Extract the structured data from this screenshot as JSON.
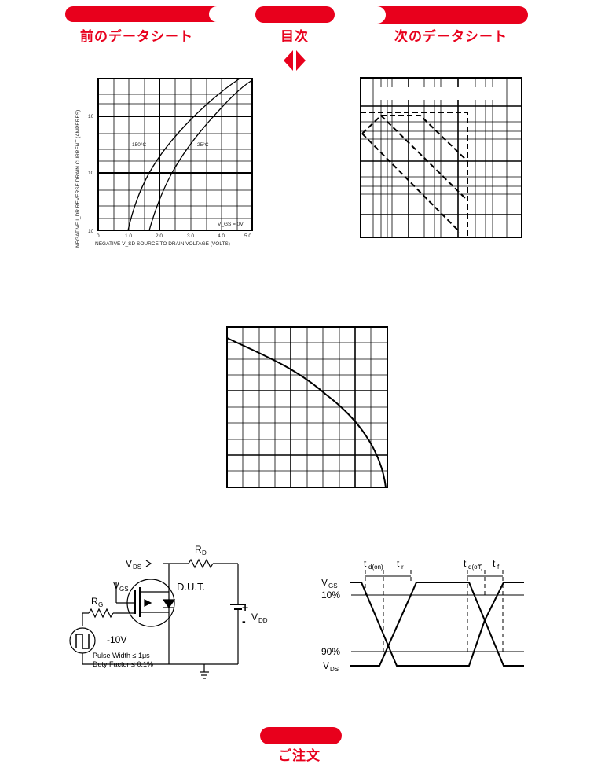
{
  "nav": {
    "prev_label": "前のデータシート",
    "toc_label": "目次",
    "next_label": "次のデータシート",
    "order_label": "ご注文"
  },
  "colors": {
    "accent": "#e8001c"
  },
  "fig1": {
    "ylabel": "NEGATIVE I_DR REVERSE DRAIN CURRENT (AMPERES)",
    "xlabel": "NEGATIVE V_SD SOURCE TO DRAIN VOLTAGE (VOLTS)",
    "yticks": [
      "10",
      "10",
      "10"
    ],
    "xticks": [
      "0",
      "1.0",
      "2.0",
      "3.0",
      "4.0",
      "5.0"
    ],
    "curve1_label": "150°C",
    "curve2_label": "25°C",
    "note": "V_GS = 0V"
  },
  "circuit": {
    "rd": "R",
    "rd_sub": "D",
    "vds": "V",
    "vds_sub": "DS",
    "vgs": "V",
    "vgs_sub": "GS",
    "rg": "R",
    "rg_sub": "G",
    "dut": "D.U.T.",
    "vdd": "V",
    "vdd_sub": "DD",
    "plus": "+",
    "minus": "-",
    "pulse_v": "-10V",
    "pulse_width": "Pulse Width ≤ 1μs",
    "duty": "Duty Factor ≤ 0.1%"
  },
  "waveform": {
    "vgs": "V",
    "vgs_sub": "GS",
    "p10": "10%",
    "p90": "90%",
    "vds": "V",
    "vds_sub": "DS",
    "td_on": "t",
    "td_on_sub": "d(on)",
    "tr": "t",
    "tr_sub": "r",
    "td_off": "t",
    "td_off_sub": "d(off)",
    "tf": "t",
    "tf_sub": "f"
  }
}
